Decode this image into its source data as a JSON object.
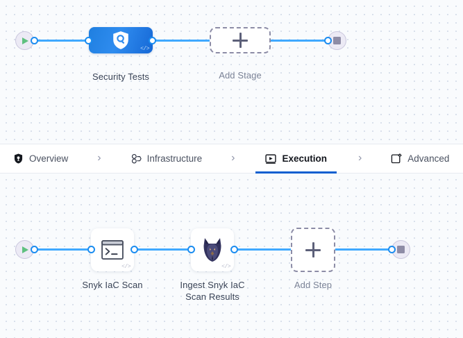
{
  "canvas_top": {
    "start_node": {
      "icon": "play-icon",
      "name": "pipeline-start"
    },
    "end_node": {
      "icon": "stop-icon",
      "name": "pipeline-end"
    },
    "nodes": [
      {
        "label": "Security Tests",
        "icon": "shield-search-icon",
        "badge": "</>",
        "type": "stage"
      },
      {
        "label": "Add Stage",
        "icon": "plus-icon",
        "type": "add"
      }
    ]
  },
  "tabs": [
    {
      "label": "Overview",
      "icon": "shield-icon",
      "active": false
    },
    {
      "label": "Infrastructure",
      "icon": "infrastructure-nodes-icon",
      "active": false
    },
    {
      "label": "Execution",
      "icon": "play-box-icon",
      "active": true
    },
    {
      "label": "Advanced",
      "icon": "advanced-gear-box-icon",
      "active": false
    }
  ],
  "tab_separator": "›",
  "canvas_bottom": {
    "start_node": {
      "icon": "play-icon",
      "name": "execution-start"
    },
    "end_node": {
      "icon": "stop-icon",
      "name": "execution-end"
    },
    "nodes": [
      {
        "label": "Snyk IaC Scan",
        "icon": "terminal-icon",
        "badge": "</>",
        "type": "step"
      },
      {
        "label": "Ingest Snyk IaC Scan Results",
        "label_line1": "Ingest Snyk IaC",
        "label_line2": "Scan Results",
        "icon": "snyk-dog-icon",
        "badge": "</>",
        "type": "step"
      },
      {
        "label": "Add Step",
        "icon": "plus-icon",
        "type": "add"
      }
    ]
  },
  "colors": {
    "connector": "#40a9ff",
    "stage_blue": "#2f8cef",
    "active_tab_underline": "#0b5fd0",
    "canvas_bg": "#f9fbfd",
    "start_green": "#5fc07f",
    "stop_gray": "#8e8ca6"
  }
}
